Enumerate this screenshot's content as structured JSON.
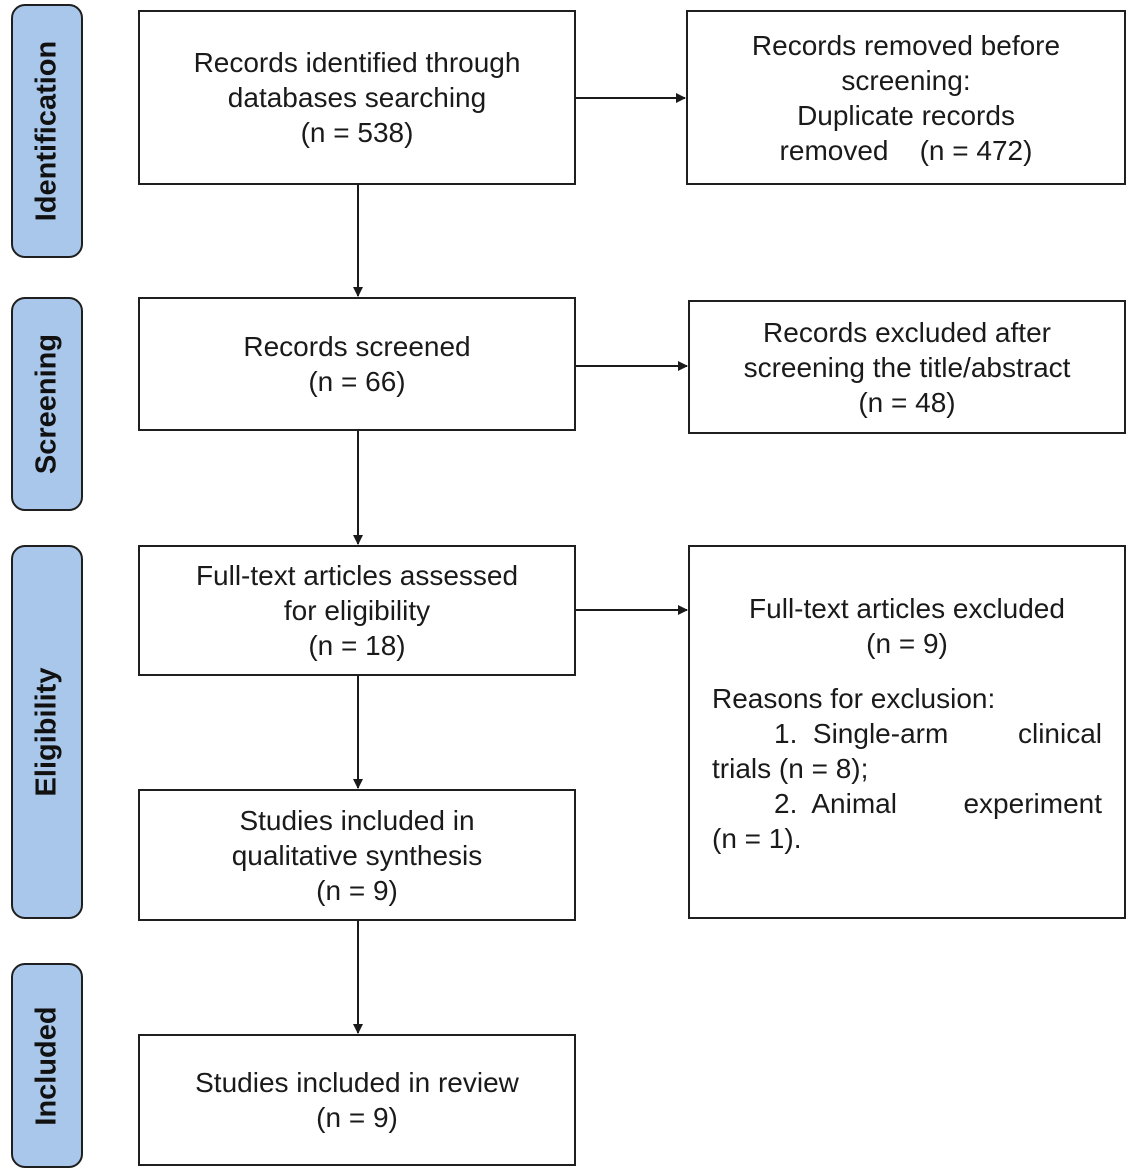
{
  "phases": {
    "identification": "Identification",
    "screening": "Screening",
    "eligibility": "Eligibility",
    "included": "Included"
  },
  "boxes": {
    "identified": {
      "line1": "Records identified through",
      "line2": "databases searching",
      "count": "(n = 538)"
    },
    "removed": {
      "line1": "Records removed before",
      "line2": "screening:",
      "line3": "Duplicate records",
      "line4": "removed    (n = 472)"
    },
    "screened": {
      "line1": "Records screened",
      "count": "(n = 66)"
    },
    "excluded_screening": {
      "line1": "Records excluded after",
      "line2": "screening the title/abstract",
      "count": "(n = 48)"
    },
    "fulltext": {
      "line1": "Full-text articles assessed",
      "line2": "for eligibility",
      "count": "(n = 18)"
    },
    "fulltext_excluded": {
      "line1": "Full-text articles excluded",
      "count": "(n = 9)",
      "reasons_title": "Reasons for exclusion:",
      "reason1_a": "1.  Single-arm",
      "reason1_b": "clinical",
      "reason1_c": "trials (n = 8);",
      "reason2_a": "2.  Animal",
      "reason2_b": "experiment",
      "reason2_c": "(n = 1)."
    },
    "qualitative": {
      "line1": "Studies included in",
      "line2": "qualitative synthesis",
      "count": "(n = 9)"
    },
    "review": {
      "line1": "Studies included in review",
      "count": "(n = 9)"
    }
  }
}
